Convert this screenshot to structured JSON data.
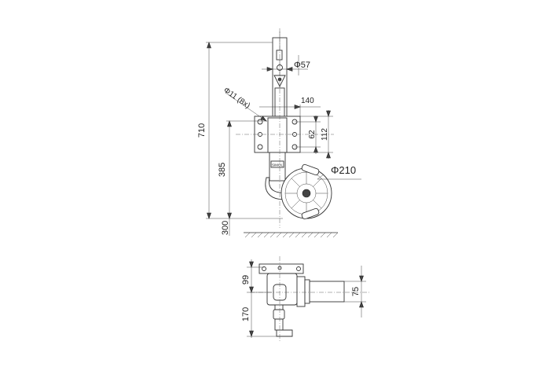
{
  "dimensions": {
    "overall_height": "710",
    "bracket_height": "385",
    "ground_offset": "300",
    "tube_diameter": "Φ57",
    "wheel_diameter": "Φ210",
    "hole": "Φ11 (8x)",
    "plate_width": "140",
    "hole_spacing": "62",
    "plate_height": "112",
    "top_view_offset": "99",
    "top_view_handle": "170",
    "top_view_tube": "75"
  },
  "labels": {
    "brand_mark": "SIMOL"
  },
  "colors": {
    "line": "#333333",
    "fill": "#ffffff",
    "dark": "#444444"
  }
}
